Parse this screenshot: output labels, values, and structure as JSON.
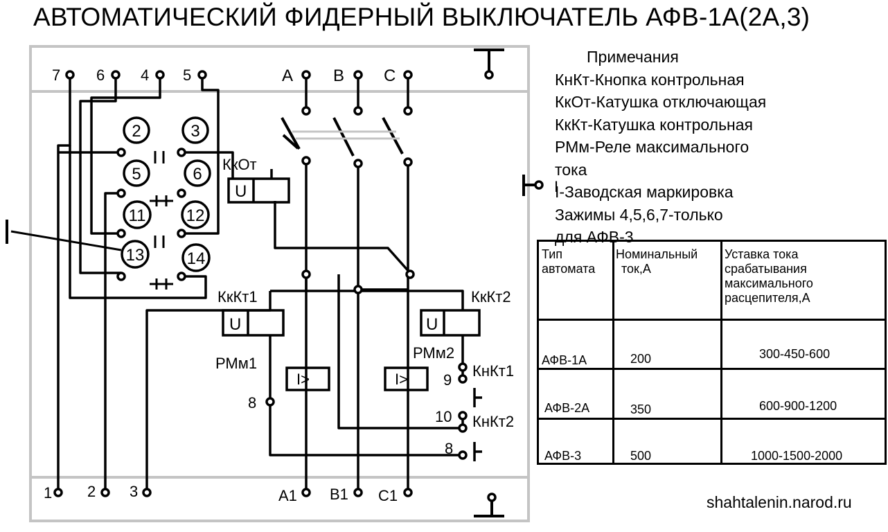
{
  "title": "АВТОМАТИЧЕСКИЙ ФИДЕРНЫЙ ВЫКЛЮЧАТЕЛЬ АФВ-1А(2А,3)",
  "top_terminals": [
    "7",
    "6",
    "4",
    "5"
  ],
  "phase_top": [
    "A",
    "B",
    "C"
  ],
  "bottom_terminals": [
    "1",
    "2",
    "3"
  ],
  "phase_bottom": [
    "A1",
    "B1",
    "C1"
  ],
  "contacts": [
    "2",
    "3",
    "5",
    "6",
    "11",
    "12",
    "13",
    "14"
  ],
  "marker_I": "I",
  "coils": {
    "kkot": "КкОт",
    "kkkt1": "КкКт1",
    "kkkt2": "КкКт2",
    "coil_symbol": "U"
  },
  "relays": {
    "rmm1": "РМм1",
    "rmm2": "РМм2",
    "symbol": "I>"
  },
  "buttons": {
    "knkt1": "КнКт1",
    "knkt2": "КнКт2"
  },
  "terminal_nums": {
    "t8_left": "8",
    "t9": "9",
    "t10": "10",
    "t8_right": "8"
  },
  "notes": {
    "heading": "Примечания",
    "lines": [
      "КнКт-Кнопка контрольная",
      "КкОт-Катушка отключающая",
      "КкКт-Катушка контрольная",
      "РМм-Реле максимального",
      "тока",
      "I-Заводская маркировка",
      "Зажимы 4,5,6,7-только",
      "для АФВ-3"
    ]
  },
  "table": {
    "headers": [
      [
        "Тип",
        "автомата"
      ],
      [
        "Номинальный",
        "ток,А"
      ],
      [
        "Уставка тока",
        "срабатывания",
        "максимального",
        "расцепителя,А"
      ]
    ],
    "rows": [
      [
        "АФВ-1А",
        "200",
        "300-450-600"
      ],
      [
        "АФВ-2А",
        "350",
        "600-900-1200"
      ],
      [
        "АФВ-3",
        "500",
        "1000-1500-2000"
      ]
    ]
  },
  "website": "shahtalenin.narod.ru"
}
